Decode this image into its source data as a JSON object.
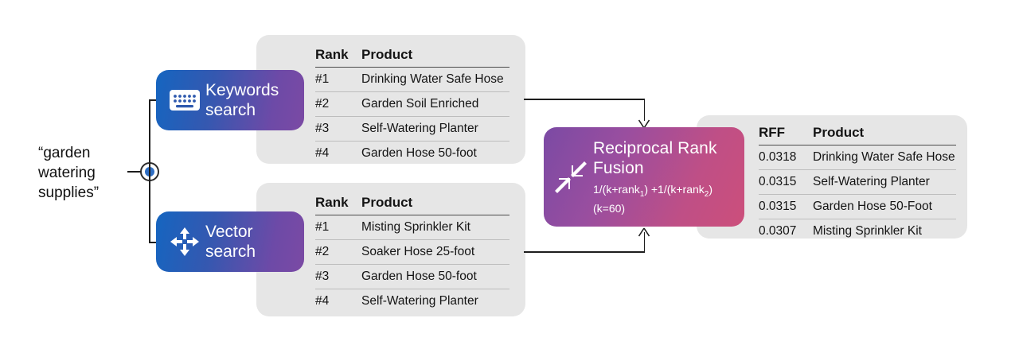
{
  "diagram": {
    "title": "Reciprocal Rank Fusion hybrid search flow"
  },
  "query": {
    "label": "“garden watering supplies”",
    "node_icon": "query-dot-icon"
  },
  "branches": [
    {
      "id": "keywords",
      "icon": "keyboard-icon",
      "title": "Keywords search",
      "table": {
        "columns": [
          "Rank",
          "Product"
        ],
        "rows": [
          {
            "rank": "#1",
            "product": "Drinking Water Safe Hose"
          },
          {
            "rank": "#2",
            "product": "Garden Soil Enriched"
          },
          {
            "rank": "#3",
            "product": "Self-Watering Planter"
          },
          {
            "rank": "#4",
            "product": "Garden Hose 50-foot"
          }
        ]
      }
    },
    {
      "id": "vector",
      "icon": "four-way-arrows-icon",
      "title": "Vector search",
      "table": {
        "columns": [
          "Rank",
          "Product"
        ],
        "rows": [
          {
            "rank": "#1",
            "product": "Misting Sprinkler Kit"
          },
          {
            "rank": "#2",
            "product": "Soaker Hose 25-foot"
          },
          {
            "rank": "#3",
            "product": "Garden Hose 50-foot"
          },
          {
            "rank": "#4",
            "product": "Self-Watering Planter"
          }
        ]
      }
    }
  ],
  "fusion": {
    "icon": "converge-arrows-icon",
    "title": "Reciprocal Rank Fusion",
    "formula_line1_pre": "1/(k+rank",
    "formula_line1_sub1": "1",
    "formula_line1_mid": ") +1/(k+rank",
    "formula_line1_sub2": "2",
    "formula_line1_post": ")",
    "formula_line2": "(k=60)"
  },
  "results": {
    "table": {
      "columns": [
        "RFF",
        "Product"
      ],
      "rows": [
        {
          "score": "0.0318",
          "product": "Drinking Water Safe Hose"
        },
        {
          "score": "0.0315",
          "product": "Self-Watering Planter"
        },
        {
          "score": "0.0315",
          "product": "Garden Hose 50-Foot"
        },
        {
          "score": "0.0307",
          "product": "Misting Sprinkler Kit"
        }
      ]
    }
  },
  "colors": {
    "panel_gray": "#e6e6e6",
    "search_gradient_start": "#1565c0",
    "search_gradient_end": "#7b4aa4",
    "fusion_gradient_start": "#7b4aa4",
    "fusion_gradient_end": "#cc4f7b",
    "connector": "#1d1d1d",
    "query_dot": "#2f6fc4"
  }
}
